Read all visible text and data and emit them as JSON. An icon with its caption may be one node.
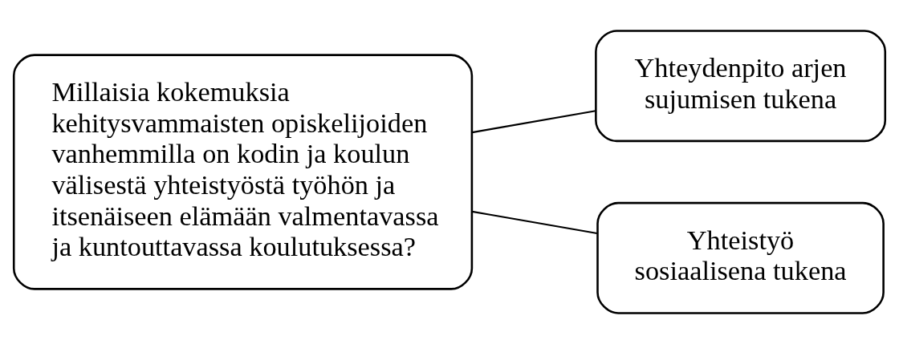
{
  "diagram": {
    "nodes": [
      {
        "text": [
          "Millaisia kokemuksia kehitysvammaisten opiskelijoiden vanhemmilla on kodin ja koulun välisestä yhteistyöstä työhön ja itsenäiseen elämään valmentavassa ja kuntouttavassa koulutuksessa?"
        ]
      },
      {
        "text": [
          "Yhteydenpito arjen sujumisen tukena"
        ]
      },
      {
        "text": [
          "Yhteistyö sosiaalisena tukena"
        ]
      }
    ],
    "edges": [
      {
        "from": 0,
        "to": 1,
        "arrow": "none"
      },
      {
        "from": 0,
        "to": 2,
        "arrow": "none"
      }
    ]
  }
}
